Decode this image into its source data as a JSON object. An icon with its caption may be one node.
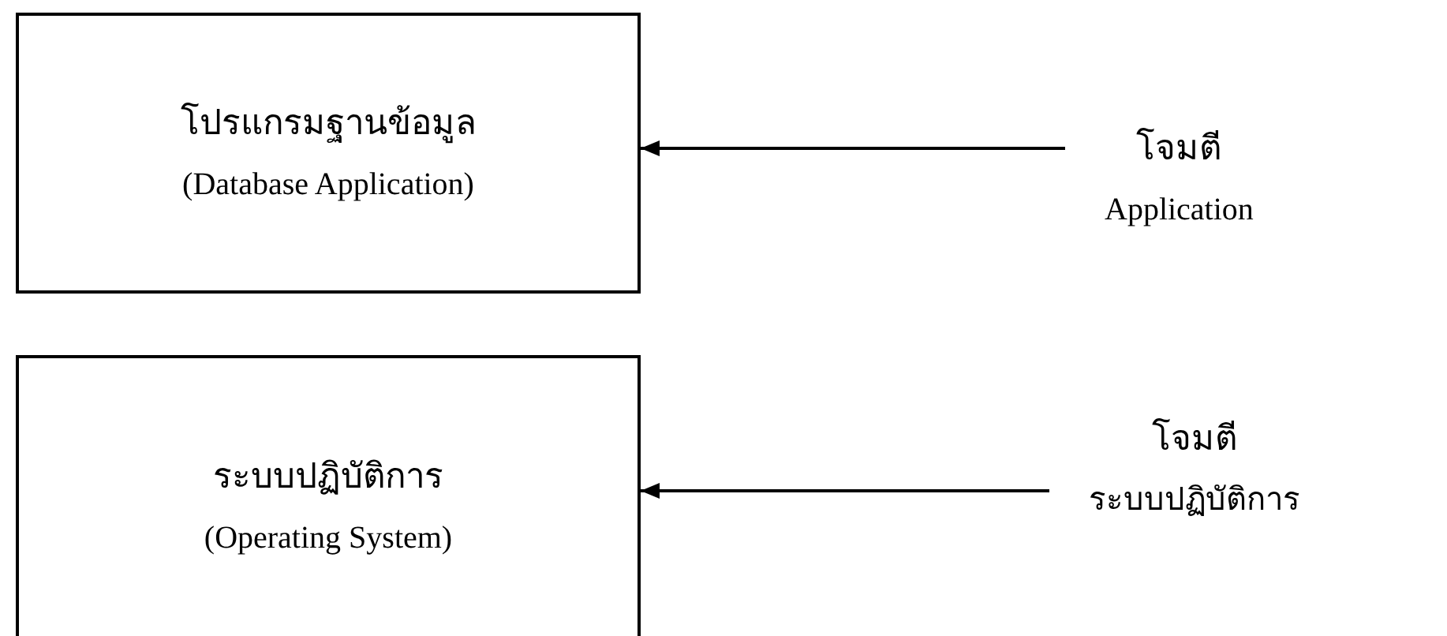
{
  "diagram": {
    "nodes": [
      {
        "text": [
          "โปรแกรมฐานข้อมูล",
          "(Database Application)"
        ]
      },
      {
        "text": [
          "โจมตี",
          "Application"
        ]
      },
      {
        "text": [
          "ระบบปฏิบัติการ",
          "(Operating System)"
        ]
      },
      {
        "text": [
          "โจมตี",
          "ระบบปฏิบัติการ"
        ]
      }
    ],
    "edges": [
      {
        "from": 1,
        "to": 0,
        "arrow": "to"
      },
      {
        "from": 3,
        "to": 2,
        "arrow": "to"
      }
    ]
  }
}
